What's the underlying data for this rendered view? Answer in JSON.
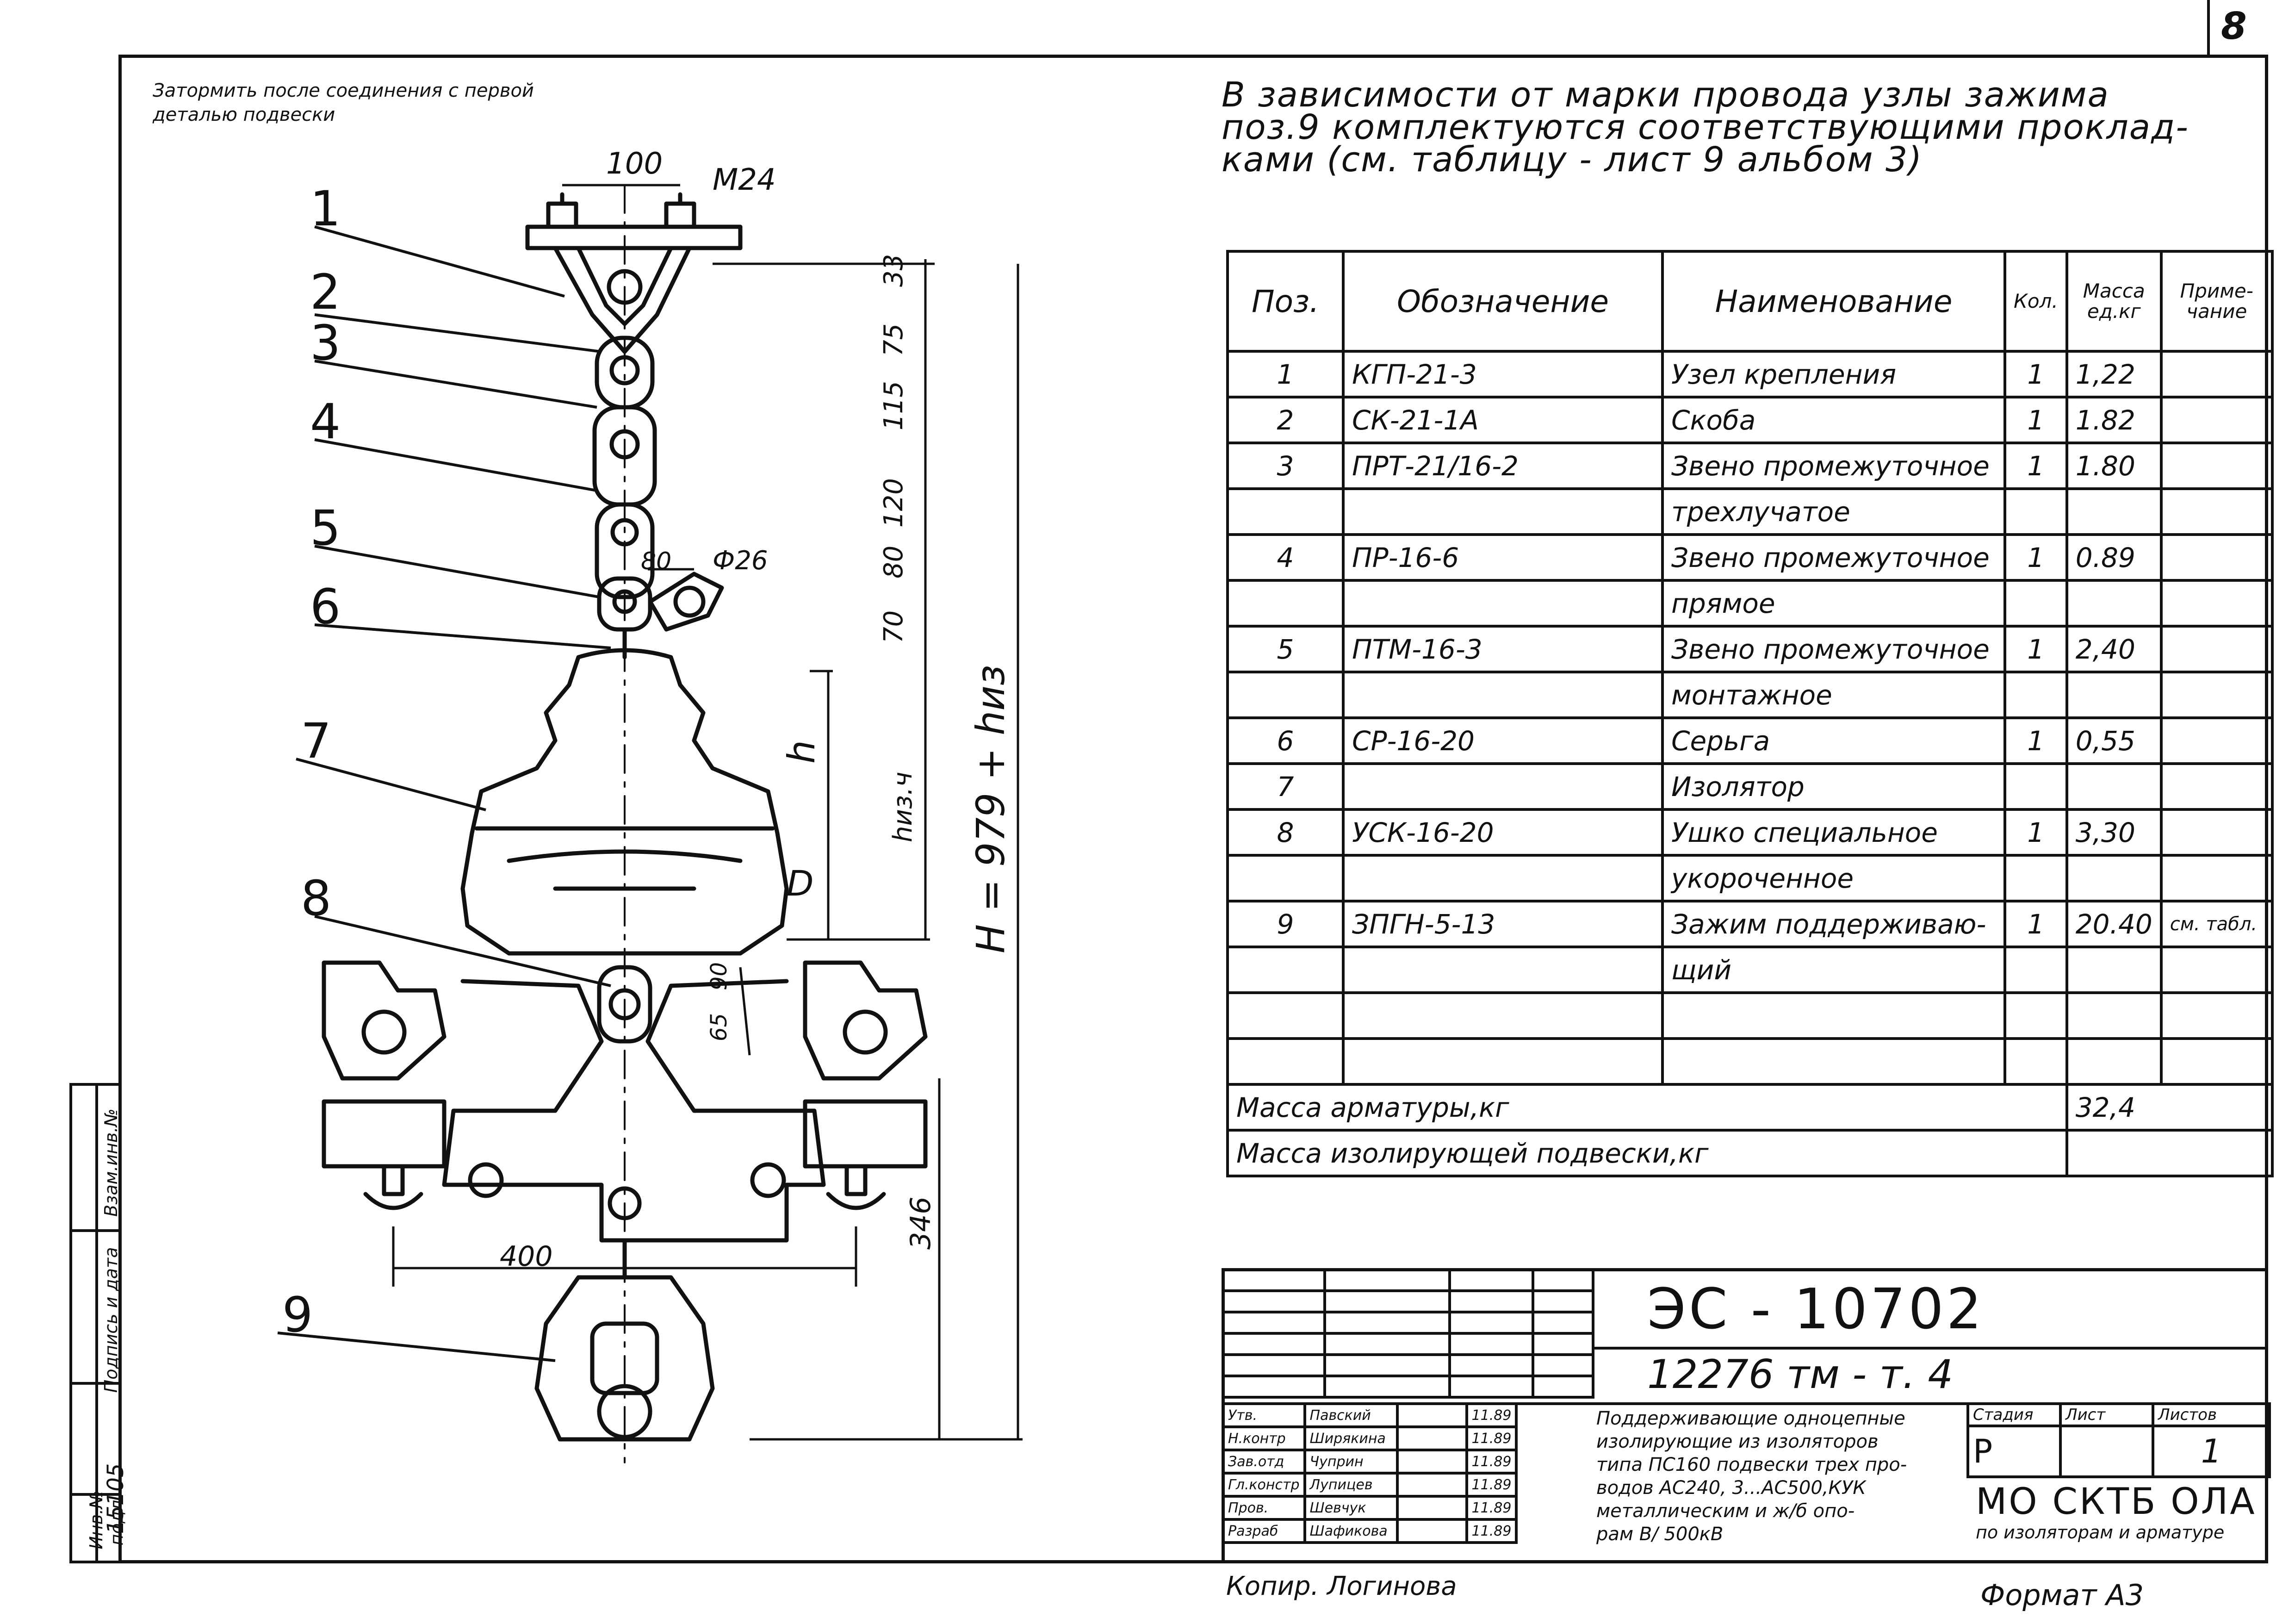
{
  "sheet_number": "8",
  "top_note": "Затормить после соединения с первой деталью подвески",
  "instruction_text": [
    "В зависимости от марки провода узлы зажима",
    "поз.9 комплектуются соответствующими проклад-",
    "ками (см. таблицу - лист 9 альбом 3)"
  ],
  "drawing": {
    "dimensions": {
      "d100": "100",
      "m24": "М24",
      "d33": "33",
      "d75": "75",
      "d115": "115",
      "d120": "120",
      "d80v": "80",
      "d70": "70",
      "d80h": "80",
      "phi26": "Ф26",
      "h": "h",
      "h_izol": "hиз.ч",
      "H_total": "H = 979 + hиз",
      "D": "D",
      "d90": "90",
      "d65": "65",
      "d346": "346",
      "d400": "400"
    },
    "position_labels": [
      "1",
      "2",
      "3",
      "4",
      "5",
      "6",
      "7",
      "8",
      "9"
    ]
  },
  "spec_table": {
    "headers": {
      "pos": "Поз.",
      "designation": "Обозначение",
      "name": "Наименование",
      "qty": "Кол.",
      "mass": "Масса ед.кг",
      "note": "Приме-чание"
    },
    "rows": [
      {
        "pos": "1",
        "designation": "КГП-21-3",
        "name": "Узел крепления",
        "qty": "1",
        "mass": "1,22",
        "note": ""
      },
      {
        "pos": "2",
        "designation": "СК-21-1А",
        "name": "Скоба",
        "qty": "1",
        "mass": "1.82",
        "note": ""
      },
      {
        "pos": "3",
        "designation": "ПРТ-21/16-2",
        "name": "Звено промежуточное",
        "qty": "1",
        "mass": "1.80",
        "note": ""
      },
      {
        "pos": "",
        "designation": "",
        "name": "трехлучатое",
        "qty": "",
        "mass": "",
        "note": ""
      },
      {
        "pos": "4",
        "designation": "ПР-16-6",
        "name": "Звено промежуточное",
        "qty": "1",
        "mass": "0.89",
        "note": ""
      },
      {
        "pos": "",
        "designation": "",
        "name": "прямое",
        "qty": "",
        "mass": "",
        "note": ""
      },
      {
        "pos": "5",
        "designation": "ПТМ-16-3",
        "name": "Звено промежуточное",
        "qty": "1",
        "mass": "2,40",
        "note": ""
      },
      {
        "pos": "",
        "designation": "",
        "name": "монтажное",
        "qty": "",
        "mass": "",
        "note": ""
      },
      {
        "pos": "6",
        "designation": "СР-16-20",
        "name": "Серьга",
        "qty": "1",
        "mass": "0,55",
        "note": ""
      },
      {
        "pos": "7",
        "designation": "",
        "name": "Изолятор",
        "qty": "",
        "mass": "",
        "note": ""
      },
      {
        "pos": "8",
        "designation": "УСК-16-20",
        "name": "Ушко специальное",
        "qty": "1",
        "mass": "3,30",
        "note": ""
      },
      {
        "pos": "",
        "designation": "",
        "name": "укороченное",
        "qty": "",
        "mass": "",
        "note": ""
      },
      {
        "pos": "9",
        "designation": "ЗПГН-5-13",
        "name": "Зажим поддерживаю-",
        "qty": "1",
        "mass": "20.40",
        "note": "см. табл."
      },
      {
        "pos": "",
        "designation": "",
        "name": "щий",
        "qty": "",
        "mass": "",
        "note": ""
      },
      {
        "pos": "",
        "designation": "",
        "name": "",
        "qty": "",
        "mass": "",
        "note": ""
      },
      {
        "pos": "",
        "designation": "",
        "name": "",
        "qty": "",
        "mass": "",
        "note": ""
      }
    ],
    "total_fittings_label": "Масса арматуры,кг",
    "total_fittings_value": "32,4",
    "total_insulating_label": "Масса изолирующей подвески,кг",
    "total_insulating_value": ""
  },
  "title_block": {
    "doc_code": "ЭС - 10702",
    "album": "12276 тм - т. 4",
    "description": [
      "Поддерживающие одноцепные",
      "изолирующие из изоляторов",
      "типа ПС160 подвески трех про-",
      "водов АС240, 3...АС500,КУК",
      "металлическим и ж/б опо-",
      "рам В/ 500кВ"
    ],
    "roles": [
      {
        "role": "Утв.",
        "name": "Павский"
      },
      {
        "role": "Н.контр",
        "name": "Ширякина"
      },
      {
        "role": "Зав.отд",
        "name": "Чуприн"
      },
      {
        "role": "Гл.констр",
        "name": "Лупицев"
      },
      {
        "role": "Пров.",
        "name": "Шевчук"
      },
      {
        "role": "Разраб",
        "name": "Шафикова"
      }
    ],
    "dates": [
      "11.89",
      "11.89",
      "11.89",
      "11.89",
      "11.89",
      "11.89"
    ],
    "stage_label": "Стадия",
    "sheet_label": "Лист",
    "sheets_label": "Листов",
    "stage_value": "Р",
    "sheet_value": "",
    "sheets_value": "1",
    "org_name": "МО СКТБ ОЛА",
    "org_sub": "по изоляторам и арматуре"
  },
  "copied_by": "Копир. Логинова",
  "format": "Формат А3",
  "side_stamp": {
    "inv_orig": "Инв.№ подл.",
    "sign_date": "Подпись и дата",
    "inv_repl": "Взам.инв.№",
    "inv_number": "15105"
  }
}
